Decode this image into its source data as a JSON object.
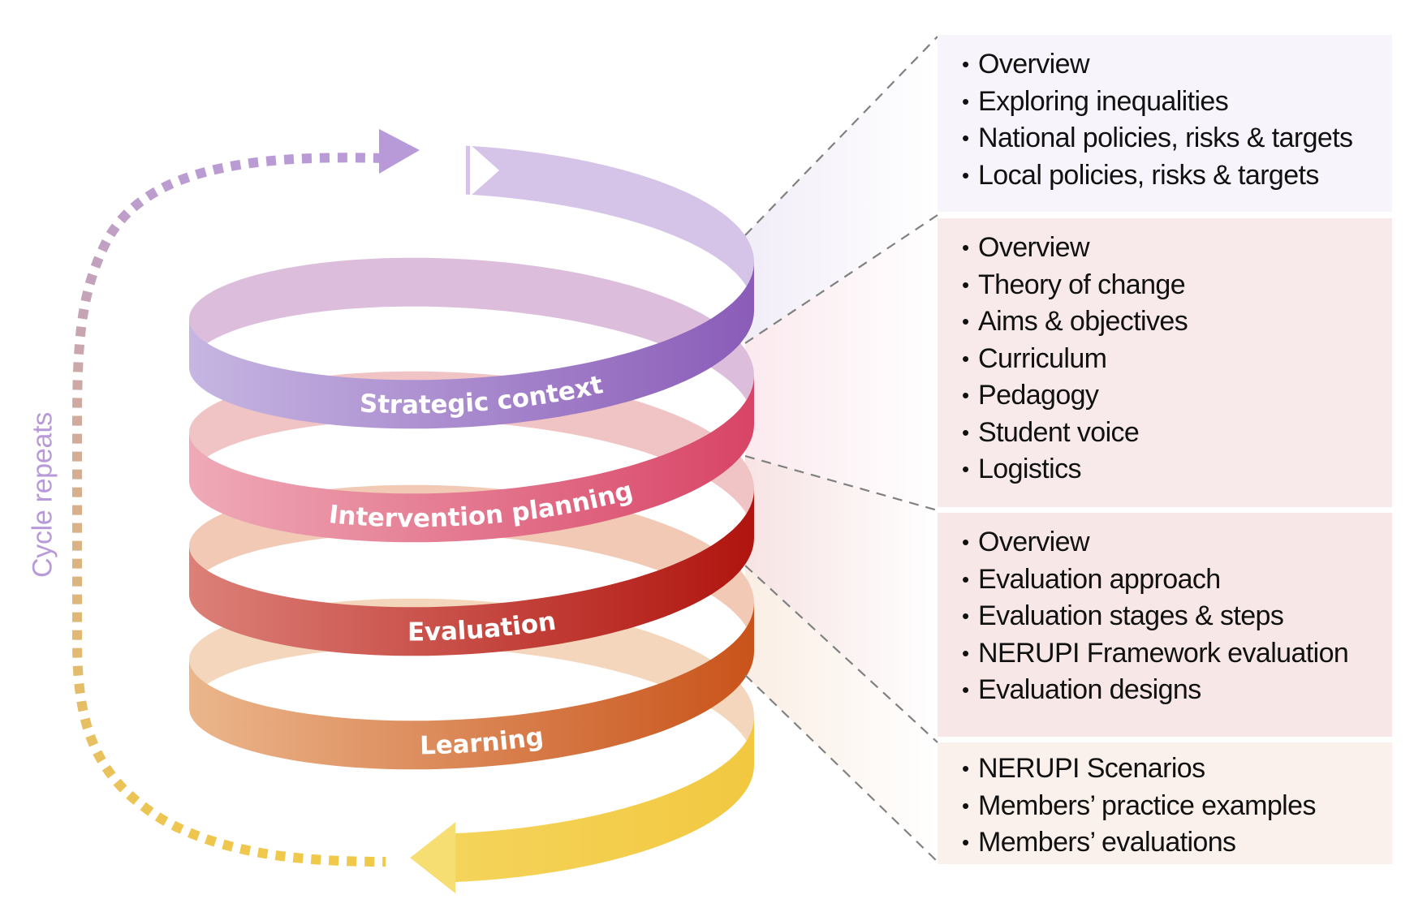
{
  "cycle": {
    "label": "Cycle repeats",
    "colors": {
      "top": "#b89ad8",
      "bottom": "#f0c84a"
    }
  },
  "stages": [
    {
      "label": "Strategic context",
      "front_light": "#c6b6e2",
      "front_dark": "#8a5cb8",
      "back": "#dcbedc"
    },
    {
      "label": "Intervention planning",
      "front_light": "#efaab8",
      "front_dark": "#d84466",
      "back": "#f0c4c4"
    },
    {
      "label": "Evaluation",
      "front_light": "#dc8078",
      "front_dark": "#b0140e",
      "back": "#f1c9b5"
    },
    {
      "label": "Learning",
      "front_light": "#ebb68c",
      "front_dark": "#c9531a",
      "back": "#f3d6bb"
    }
  ],
  "arrows": {
    "start_color": "#d5c4e8",
    "end_light": "#f7de72",
    "end_dark": "#f2c840"
  },
  "panels": [
    {
      "items": [
        "Overview",
        "Exploring inequalities",
        "National policies, risks & targets",
        "Local policies, risks & targets"
      ]
    },
    {
      "items": [
        "Overview",
        "Theory of change",
        "Aims & objectives",
        "Curriculum",
        "Pedagogy",
        "Student voice",
        "Logistics"
      ]
    },
    {
      "items": [
        "Overview",
        "Evaluation approach",
        "Evaluation stages & steps",
        "NERUPI Framework evaluation",
        "Evaluation designs"
      ]
    },
    {
      "items": [
        "NERUPI Scenarios",
        "Members’ practice examples",
        "Members’ evaluations"
      ]
    }
  ],
  "bullet": "•"
}
